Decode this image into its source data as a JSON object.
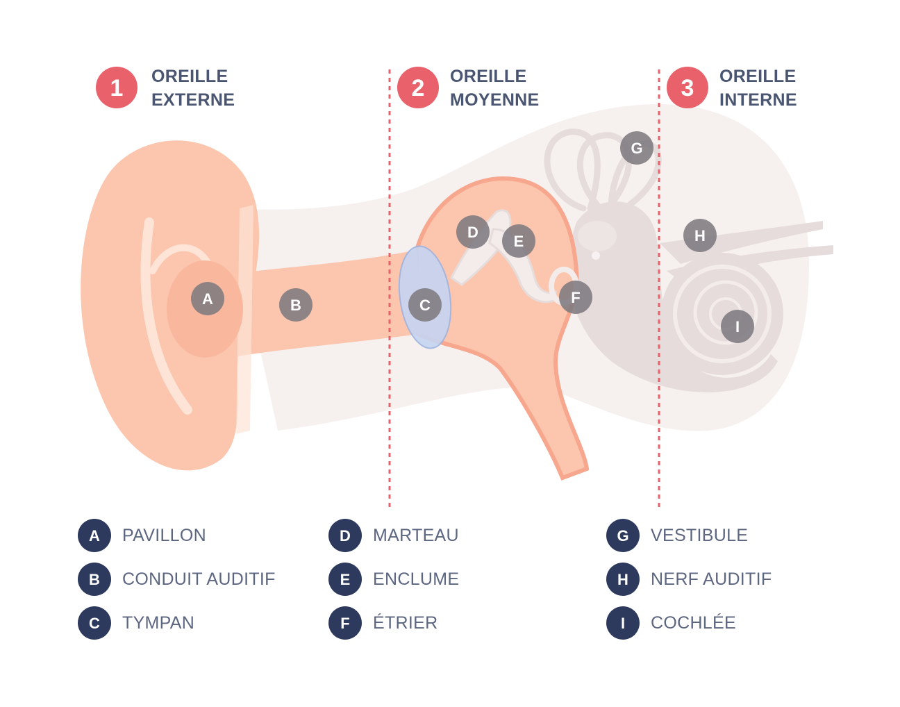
{
  "colors": {
    "accent": "#e8616b",
    "navy": "#2d3a5e",
    "marker": "#7e7a80",
    "skin": "#fbc6ad",
    "skin_light": "#fde4d7",
    "skin_line": "#f6a78e",
    "inner_bone": "#e6dcdb",
    "background_blob": "#f6f1ef",
    "eardrum": "#c5d5f2",
    "divider": "#e8616b",
    "title_text": "#4a5571",
    "label_text": "#5c6680"
  },
  "sections": [
    {
      "number": "1",
      "line1": "OREILLE",
      "line2": "EXTERNE"
    },
    {
      "number": "2",
      "line1": "OREILLE",
      "line2": "MOYENNE"
    },
    {
      "number": "3",
      "line1": "OREILLE",
      "line2": "INTERNE"
    }
  ],
  "markers": [
    "A",
    "B",
    "C",
    "D",
    "E",
    "F",
    "G",
    "H",
    "I"
  ],
  "legend": [
    {
      "letter": "A",
      "label": "PAVILLON"
    },
    {
      "letter": "B",
      "label": "CONDUIT AUDITIF"
    },
    {
      "letter": "C",
      "label": "TYMPAN"
    },
    {
      "letter": "D",
      "label": "MARTEAU"
    },
    {
      "letter": "E",
      "label": "ENCLUME"
    },
    {
      "letter": "F",
      "label": "ÉTRIER"
    },
    {
      "letter": "G",
      "label": "VESTIBULE"
    },
    {
      "letter": "H",
      "label": "NERF AUDITIF"
    },
    {
      "letter": "I",
      "label": "COCHLÉE"
    }
  ]
}
